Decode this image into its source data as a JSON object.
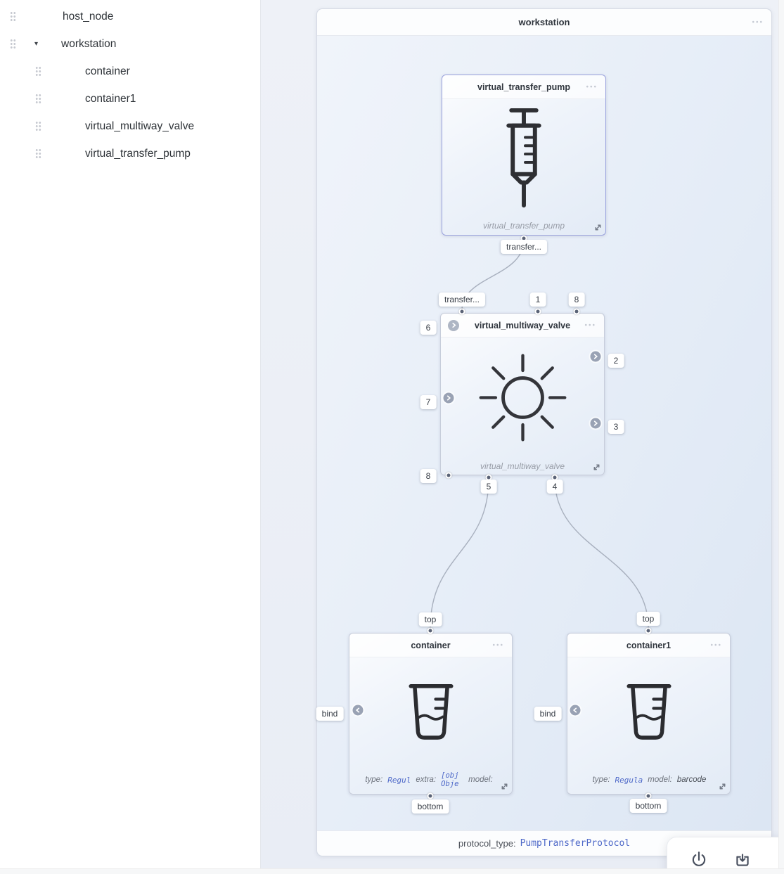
{
  "icons": {
    "more_menu": "•••",
    "expander": "▾"
  },
  "sidebar": {
    "items": [
      {
        "label": "host_node"
      },
      {
        "label": "workstation"
      },
      {
        "label": "container"
      },
      {
        "label": "container1"
      },
      {
        "label": "virtual_multiway_valve"
      },
      {
        "label": "virtual_transfer_pump"
      }
    ]
  },
  "canvas": {
    "workstation": {
      "title": "workstation",
      "protocol_label": "protocol_type:",
      "protocol_value": "PumpTransferProtocol"
    },
    "pump": {
      "title": "virtual_transfer_pump",
      "footer_label": "virtual_transfer_pump",
      "out_label": "transfer..."
    },
    "valve": {
      "title": "virtual_multiway_valve",
      "footer_label": "virtual_multiway_valve",
      "ports": {
        "in_label": "transfer...",
        "top1": "1",
        "top8": "8",
        "left6": "6",
        "left7": "7",
        "right2": "2",
        "right3": "3",
        "bottom8": "8",
        "bottom5": "5",
        "bottom4": "4"
      }
    },
    "containers": [
      {
        "title": "container",
        "top": "top",
        "bottom": "bottom",
        "bind": "bind",
        "fields": [
          {
            "label": "type:",
            "value": "Regul"
          },
          {
            "label": "extra:",
            "value": "[obj Obje"
          },
          {
            "label": "model:",
            "value": ""
          }
        ]
      },
      {
        "title": "container1",
        "top": "top",
        "bottom": "bottom",
        "bind": "bind",
        "fields": [
          {
            "label": "type:",
            "value": "Regula"
          },
          {
            "label": "model:",
            "value": "barcode"
          }
        ]
      }
    ]
  }
}
